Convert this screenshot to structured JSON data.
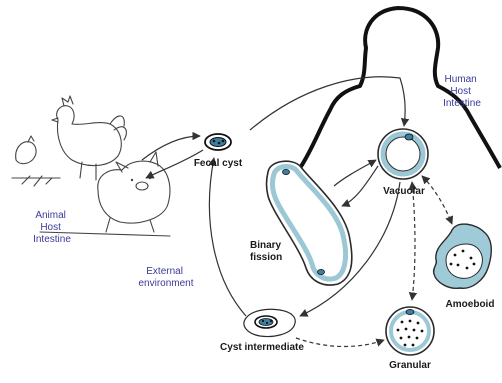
{
  "labels": {
    "human_host": [
      "Human",
      "Host",
      "Intestine"
    ],
    "animal_host": [
      "Animal",
      "Host",
      "Intestine"
    ],
    "external": [
      "External",
      "environment"
    ],
    "fecal_cyst": "Fecal cyst",
    "vacuolar": "Vacuolar",
    "binary_fission": [
      "Binary",
      "fission"
    ],
    "amoeboid": "Amoeboid",
    "granular": "Granular",
    "cyst_intermediate": "Cyst intermediate"
  },
  "colors": {
    "host_label": "#3a3a9a",
    "cell_wall": "#9cc7d4",
    "cell_outline": "#2b2b2b",
    "amoeboid_fill": "#9fcbd8"
  }
}
